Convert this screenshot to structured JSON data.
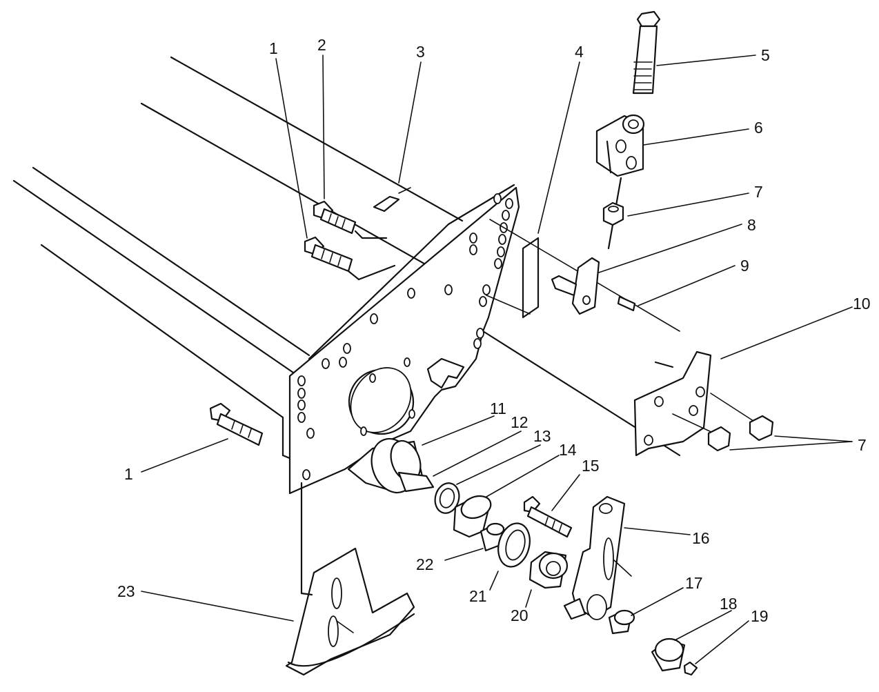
{
  "callouts": [
    {
      "n": "1"
    },
    {
      "n": "2"
    },
    {
      "n": "3"
    },
    {
      "n": "4"
    },
    {
      "n": "5"
    },
    {
      "n": "6"
    },
    {
      "n": "7"
    },
    {
      "n": "8"
    },
    {
      "n": "9"
    },
    {
      "n": "10"
    },
    {
      "n": "1"
    },
    {
      "n": "7"
    },
    {
      "n": "11"
    },
    {
      "n": "12"
    },
    {
      "n": "13"
    },
    {
      "n": "14"
    },
    {
      "n": "15"
    },
    {
      "n": "16"
    },
    {
      "n": "17"
    },
    {
      "n": "18"
    },
    {
      "n": "19"
    },
    {
      "n": "20"
    },
    {
      "n": "21"
    },
    {
      "n": "22"
    },
    {
      "n": "23"
    }
  ]
}
